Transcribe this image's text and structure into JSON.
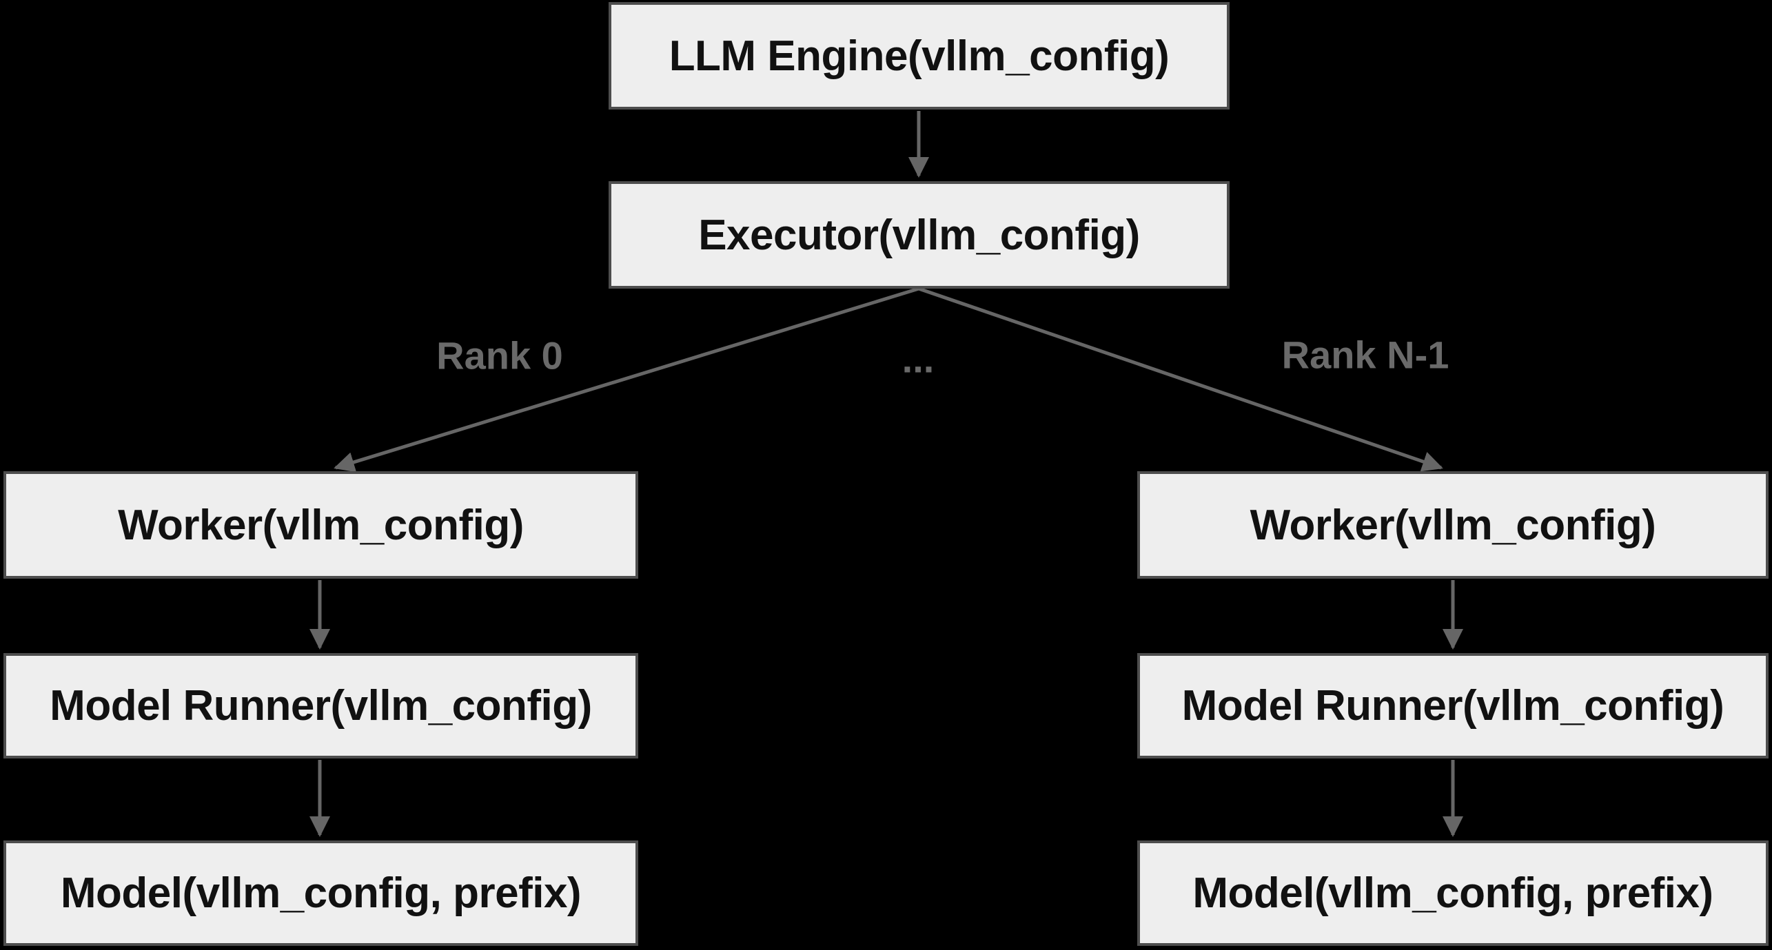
{
  "diagram": {
    "nodes": [
      {
        "id": "llm-engine",
        "label": "LLM Engine(vllm_config)"
      },
      {
        "id": "executor",
        "label": "Executor(vllm_config)"
      },
      {
        "id": "worker-left",
        "label": "Worker(vllm_config)"
      },
      {
        "id": "worker-right",
        "label": "Worker(vllm_config)"
      },
      {
        "id": "model-runner-left",
        "label": "Model Runner(vllm_config)"
      },
      {
        "id": "model-runner-right",
        "label": "Model Runner(vllm_config)"
      },
      {
        "id": "model-left",
        "label": "Model(vllm_config, prefix)"
      },
      {
        "id": "model-right",
        "label": "Model(vllm_config, prefix)"
      }
    ],
    "edge_labels": {
      "rank_0": "Rank 0",
      "ellipsis": "...",
      "rank_n": "Rank N-1"
    },
    "colors": {
      "background": "#000000",
      "node_fill": "#eeeeee",
      "node_border": "#4d4d4d",
      "node_text": "#111111",
      "edge": "#666666",
      "edge_label": "#6a6a6a"
    }
  }
}
